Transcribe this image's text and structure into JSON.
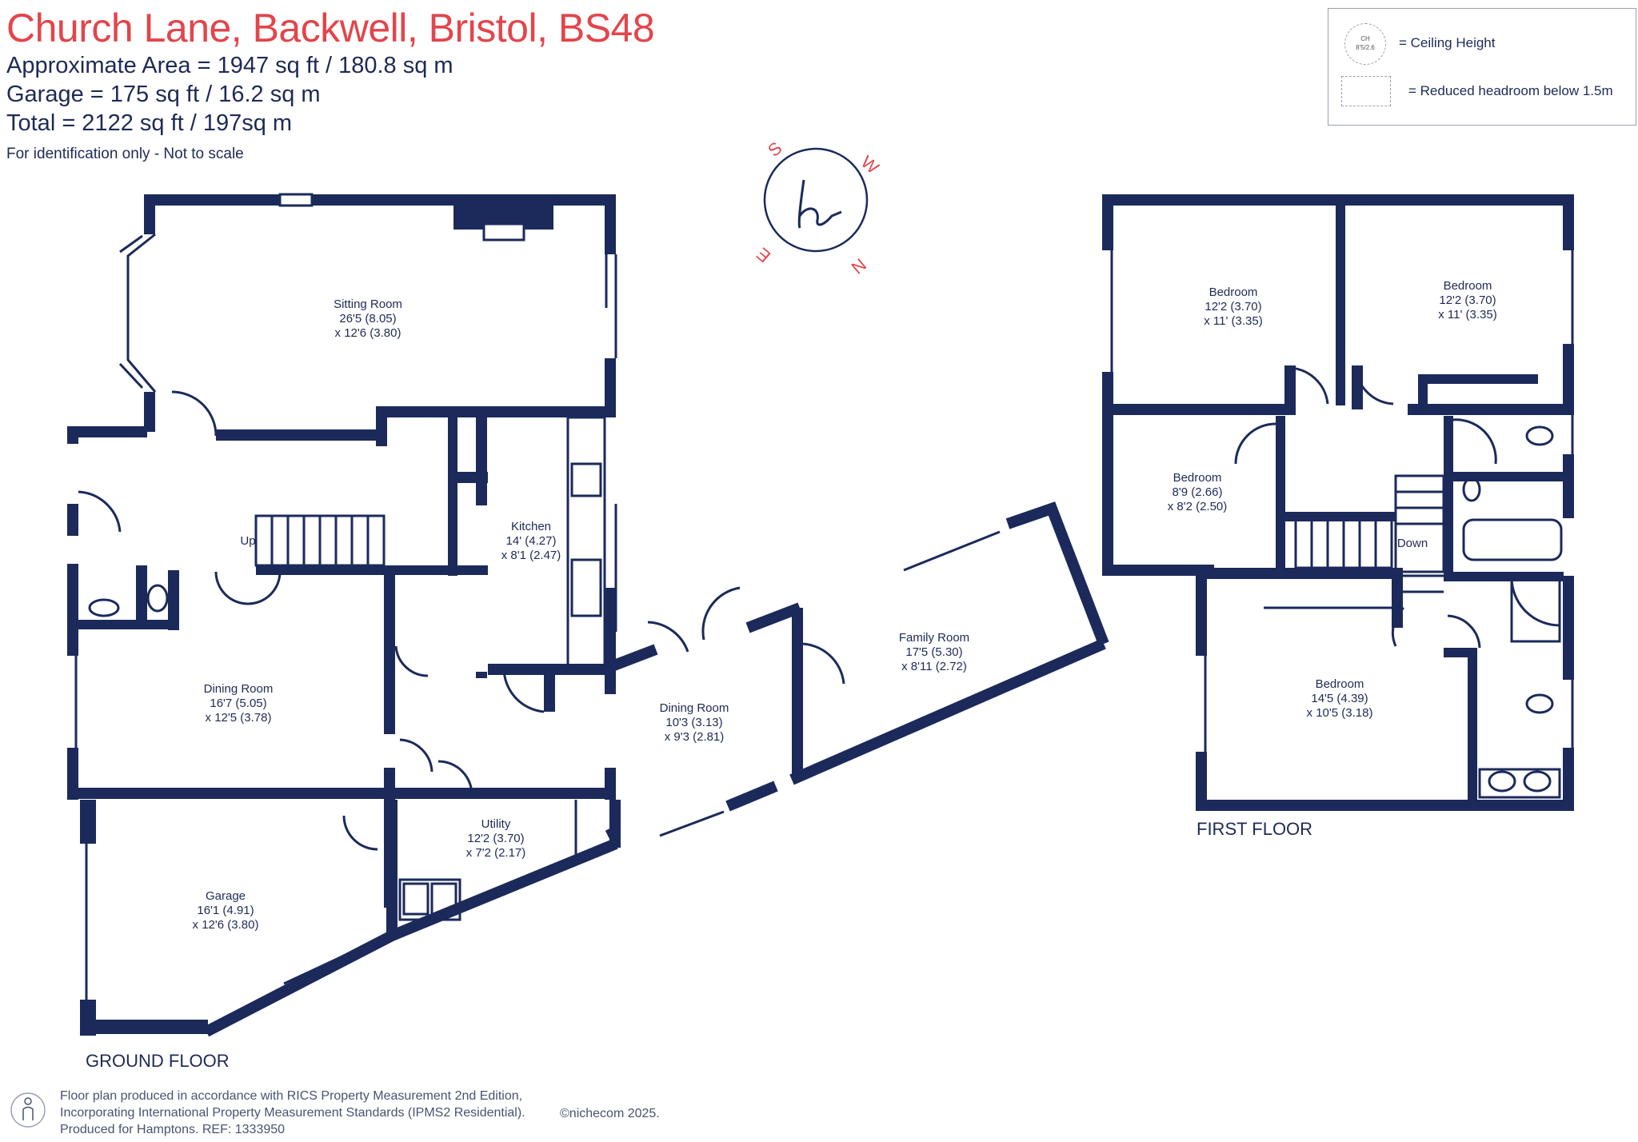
{
  "header": {
    "title": "Church Lane, Backwell, Bristol, BS48",
    "approx_area": "Approximate Area = 1947 sq ft / 180.8 sq m",
    "garage": "Garage = 175 sq ft / 16.2 sq m",
    "total": "Total = 2122 sq ft / 197sq m",
    "note": "For identification only - Not to scale"
  },
  "legend": {
    "ch_symbol_top": "CH",
    "ch_symbol_bottom": "8'5/2.6",
    "ceiling_height": "= Ceiling Height",
    "reduced_headroom": "= Reduced headroom below 1.5m"
  },
  "compass": {
    "letters": [
      "S",
      "W",
      "N",
      "E"
    ],
    "logo_letter": "h"
  },
  "rooms": {
    "sitting_room": {
      "name": "Sitting Room",
      "dim1": "26'5 (8.05)",
      "dim2": "x 12'6 (3.80)"
    },
    "kitchen": {
      "name": "Kitchen",
      "dim1": "14' (4.27)",
      "dim2": "x 8'1 (2.47)"
    },
    "dining_room_1": {
      "name": "Dining Room",
      "dim1": "16'7 (5.05)",
      "dim2": "x 12'5 (3.78)"
    },
    "dining_room_2": {
      "name": "Dining Room",
      "dim1": "10'3 (3.13)",
      "dim2": "x 9'3 (2.81)"
    },
    "family_room": {
      "name": "Family Room",
      "dim1": "17'5 (5.30)",
      "dim2": "x 8'11 (2.72)"
    },
    "utility": {
      "name": "Utility",
      "dim1": "12'2 (3.70)",
      "dim2": "x 7'2 (2.17)"
    },
    "garage": {
      "name": "Garage",
      "dim1": "16'1 (4.91)",
      "dim2": "x 12'6 (3.80)"
    },
    "bedroom_1": {
      "name": "Bedroom",
      "dim1": "12'2 (3.70)",
      "dim2": "x 11' (3.35)"
    },
    "bedroom_2": {
      "name": "Bedroom",
      "dim1": "12'2 (3.70)",
      "dim2": "x 11' (3.35)"
    },
    "bedroom_3": {
      "name": "Bedroom",
      "dim1": "8'9 (2.66)",
      "dim2": "x 8'2 (2.50)"
    },
    "bedroom_4": {
      "name": "Bedroom",
      "dim1": "14'5 (4.39)",
      "dim2": "x 10'5 (3.18)"
    }
  },
  "stairs": {
    "up": "Up",
    "down": "Down"
  },
  "floors": {
    "ground": "GROUND FLOOR",
    "first": "FIRST FLOOR"
  },
  "footer": {
    "line1": "Floor plan produced in accordance with RICS Property Measurement 2nd Edition,",
    "line2": "Incorporating International Property Measurement Standards (IPMS2 Residential).",
    "line3": "Produced for Hamptons.   REF:  1333950",
    "copyright": "©nichecom 2025."
  },
  "colors": {
    "title": "#e2454b",
    "wall": "#1b2a5a",
    "text": "#1e2a55"
  }
}
